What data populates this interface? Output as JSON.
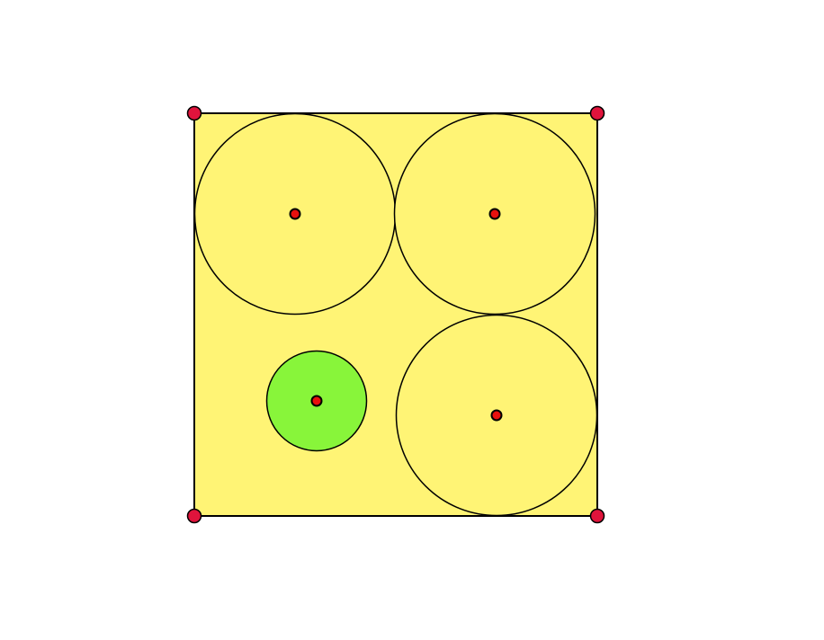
{
  "colors": {
    "background": "#ffffff",
    "square_fill": "#fff475",
    "square_stroke": "#000000",
    "circle_fill": "#fff475",
    "small_circle_fill": "#88f53a",
    "circle_stroke": "#000000",
    "corner_point_fill": "#e0143c",
    "center_point_fill": "#e8100e"
  },
  "shapes": {
    "square": {
      "name": "square",
      "corner_point_names": [
        "corner-point-top-left",
        "corner-point-top-right",
        "corner-point-bottom-left",
        "corner-point-bottom-right"
      ]
    },
    "circles": [
      {
        "name": "circle-top-left",
        "size": "large",
        "fill": "yellow"
      },
      {
        "name": "circle-top-right",
        "size": "large",
        "fill": "yellow"
      },
      {
        "name": "circle-bottom-right",
        "size": "large",
        "fill": "yellow"
      },
      {
        "name": "circle-bottom-left",
        "size": "small",
        "fill": "green"
      }
    ]
  }
}
